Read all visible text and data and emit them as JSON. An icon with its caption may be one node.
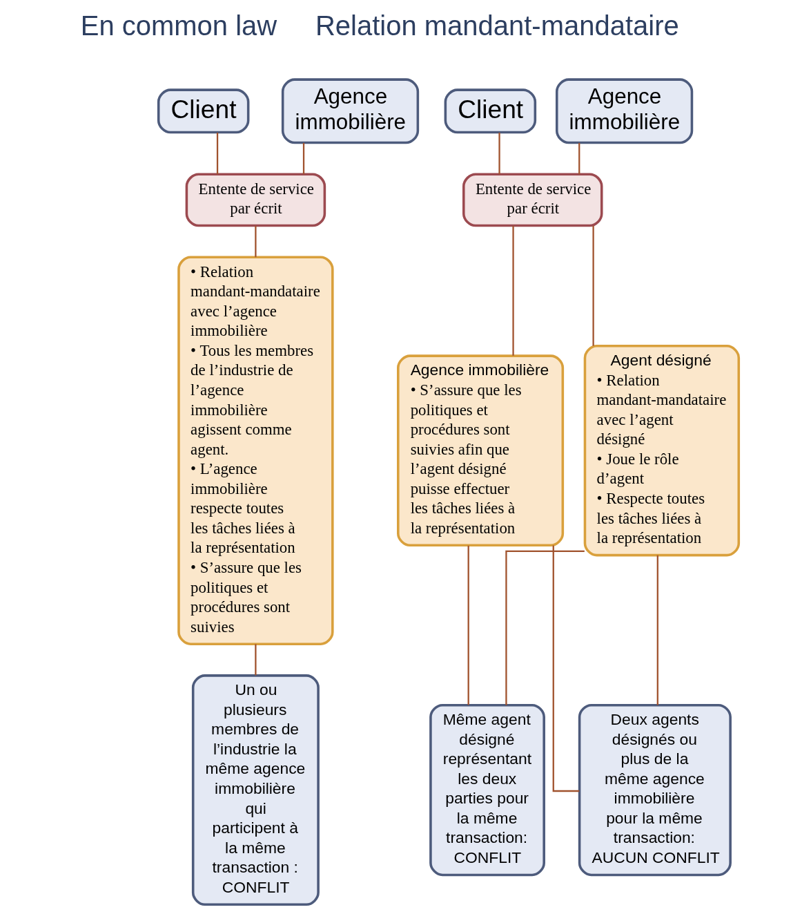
{
  "diagram": {
    "nodes": [
      {
        "text": [
          "Client"
        ]
      },
      {
        "text": [
          "Agence immobilière"
        ]
      },
      {
        "text": [
          "Entente de service par écrit"
        ]
      },
      {
        "text": [
          "• Relation mandant-mandataire avec l’agence immobilière",
          "• Tous les membres de l’industrie de l’agence immobilière agissent comme agent.",
          "• L’agence immobilière respecte toutes les tâches liées à la représentation",
          "• S’assure que les politiques et procédures sont suivies"
        ]
      },
      {
        "text": [
          "Un ou plusieurs membres de l’industrie la même agence immobilière qui participent à la même transaction : CONFLIT"
        ]
      },
      {
        "text": [
          "Client"
        ]
      },
      {
        "text": [
          "Agence immobilière"
        ]
      },
      {
        "text": [
          "Entente de service par écrit"
        ]
      },
      {
        "text": [
          "Agence immobilière",
          "• S’assure que les politiques et procédures sont suivies afin que l’agent désigné puisse effectuer les tâches liées à la représentation"
        ]
      },
      {
        "text": [
          "Agent désigné",
          "• Relation mandant-mandataire avec l’agent désigné",
          "• Joue le rôle d’agent",
          "• Respecte toutes les tâches liées à la représentation"
        ]
      },
      {
        "text": [
          "Deux agents désignés ou plus de la même agence immobilière pour la même transaction: AUCUN CONFLIT"
        ]
      },
      {
        "text": [
          "Même agent désigné représentant les deux parties pour la même transaction: CONFLIT"
        ]
      }
    ],
    "edges": [
      {
        "from": 0,
        "to": 2,
        "arrow": "none"
      },
      {
        "from": 1,
        "to": 2,
        "arrow": "none"
      },
      {
        "from": 2,
        "to": 3,
        "arrow": "none"
      },
      {
        "from": 3,
        "to": 4,
        "arrow": "none"
      },
      {
        "from": 5,
        "to": 7,
        "arrow": "none"
      },
      {
        "from": 6,
        "to": 7,
        "arrow": "none"
      },
      {
        "from": 7,
        "to": 8,
        "arrow": "none"
      },
      {
        "from": 7,
        "to": 9,
        "arrow": "none"
      },
      {
        "from": 8,
        "to": 10,
        "arrow": "none"
      },
      {
        "from": 8,
        "to": 11,
        "arrow": "none"
      },
      {
        "from": 9,
        "to": 10,
        "arrow": "none"
      },
      {
        "from": 9,
        "to": 11,
        "arrow": "none"
      }
    ],
    "labels": [
      "En common law",
      "Relation mandant-mandataire"
    ]
  }
}
